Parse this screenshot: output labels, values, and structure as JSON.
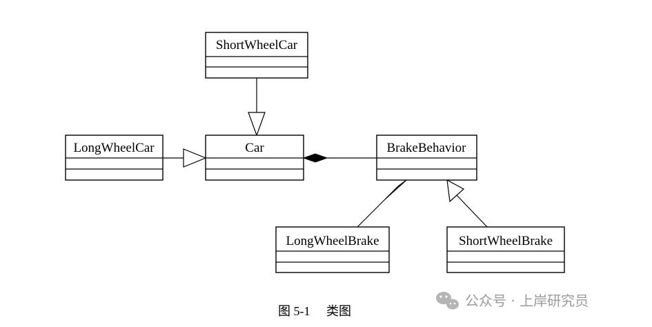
{
  "diagram": {
    "classes": {
      "short_wheel_car": {
        "name": "ShortWheelCar"
      },
      "long_wheel_car": {
        "name": "LongWheelCar"
      },
      "car": {
        "name": "Car"
      },
      "brake_behavior": {
        "name": "BrakeBehavior"
      },
      "long_wheel_brake": {
        "name": "LongWheelBrake"
      },
      "short_wheel_brake": {
        "name": "ShortWheelBrake"
      }
    },
    "relations": [
      {
        "type": "generalization",
        "from": "ShortWheelCar",
        "to": "Car"
      },
      {
        "type": "generalization",
        "from": "LongWheelCar",
        "to": "Car"
      },
      {
        "type": "composition",
        "from": "BrakeBehavior",
        "to": "Car"
      },
      {
        "type": "generalization",
        "from": "LongWheelBrake",
        "to": "BrakeBehavior"
      },
      {
        "type": "generalization",
        "from": "ShortWheelBrake",
        "to": "BrakeBehavior"
      }
    ],
    "caption": {
      "number": "图 5-1",
      "title": "类图"
    }
  },
  "watermark": {
    "text": "公众号 · 上岸研究员",
    "color": "#9a9a9a"
  }
}
